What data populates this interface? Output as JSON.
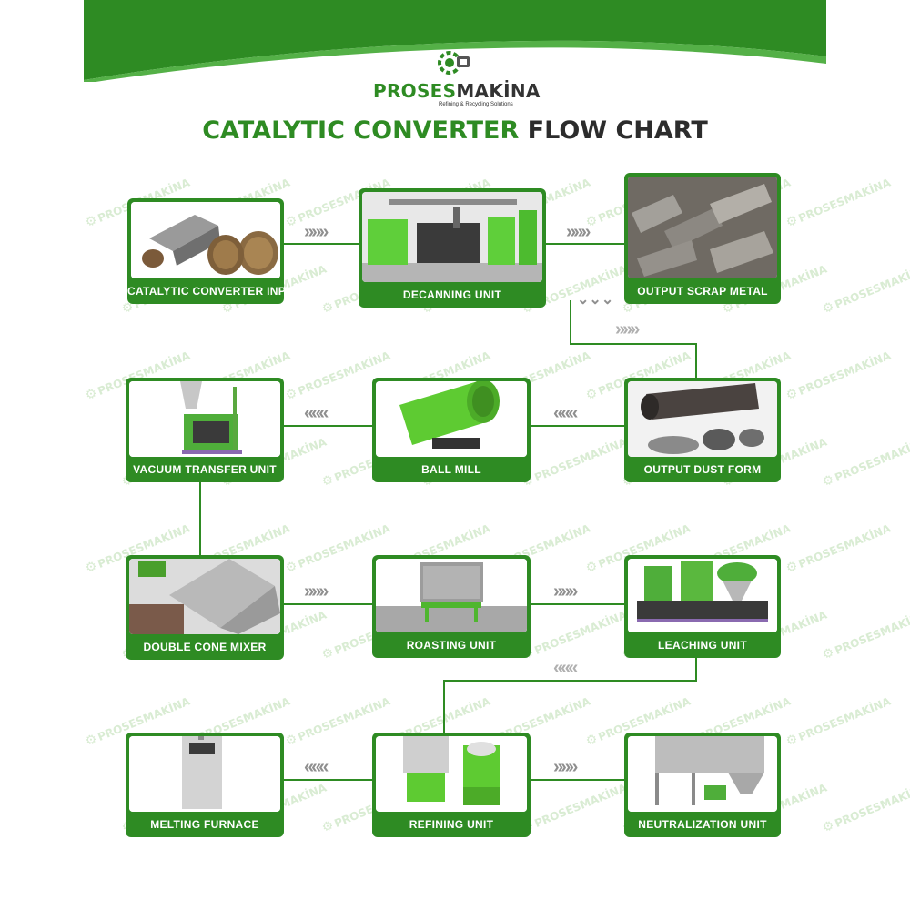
{
  "brand": {
    "name_part1": "PROSES",
    "name_part2": "MAKİNA",
    "tagline": "Refining & Recycling Solutions"
  },
  "title": {
    "part1": "CATALYTIC CONVERTER",
    "part2": "FLOW CHART"
  },
  "nodes": {
    "catalytic_converter_input": "CATALYTIC CONVERTER INPUT",
    "decanning_unit": "DECANNING UNIT",
    "output_scrap_metal": "OUTPUT SCRAP METAL",
    "vacuum_transfer_unit": "VACUUM TRANSFER UNIT",
    "ball_mill": "BALL MILL",
    "output_dust_form": "OUTPUT DUST FORM",
    "double_cone_mixer": "DOUBLE CONE MIXER",
    "roasting_unit": "ROASTING UNIT",
    "leaching_unit": "LEACHING UNIT",
    "melting_furnace": "MELTING FURNACE",
    "refining_unit": "REFINING UNIT",
    "neutralization_unit": "NEUTRALIZATION UNIT"
  },
  "arrow_glyphs": {
    "right": "»»»",
    "left": "«««",
    "down": "⌄⌄⌄"
  },
  "colors": {
    "brand_green": "#2e8b23",
    "arrow_gray": "#8f8f8f",
    "watermark": "#d9ecd3"
  },
  "watermark_text": "PROSESMAKİNA"
}
